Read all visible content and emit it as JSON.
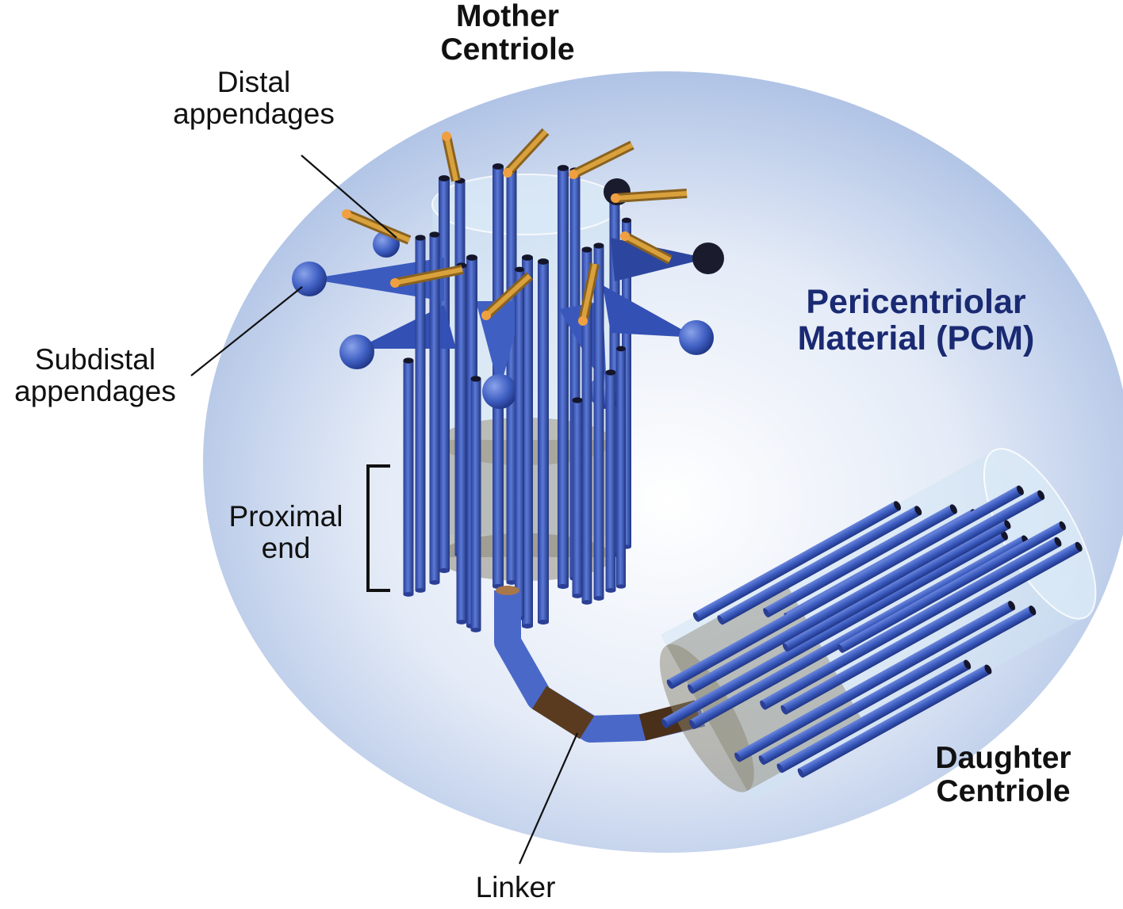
{
  "labels": {
    "mother": [
      "Mother",
      "Centriole"
    ],
    "distal": [
      "Distal",
      "appendages"
    ],
    "subdistal": [
      "Subdistal",
      "appendages"
    ],
    "proximal": [
      "Proximal",
      "end"
    ],
    "pcm": [
      "Pericentriolar",
      "Material (PCM)"
    ],
    "daughter": [
      "Daughter",
      "Centriole"
    ],
    "linker": "Linker"
  },
  "colors": {
    "pcm_center": "#ffffff",
    "pcm_edge": "#a8bde3",
    "microtubule": "#3b5bbf",
    "microtubule_dark": "#1f3585",
    "microtubule_light": "#7d98e6",
    "distal_appendage": "#c8922e",
    "linker_brown": "#6e4a2a",
    "cylinder_glass": "#cfe3f3",
    "cartwheel": "#8a8470"
  }
}
